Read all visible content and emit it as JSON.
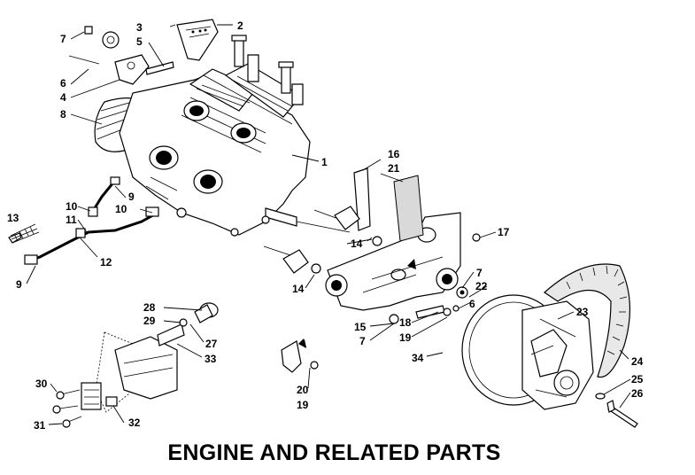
{
  "title": "ENGINE AND RELATED PARTS",
  "callouts": [
    "1",
    "2",
    "3",
    "4",
    "5",
    "6",
    "7",
    "8",
    "9",
    "10",
    "11",
    "12",
    "13",
    "14",
    "15",
    "16",
    "17",
    "18",
    "19",
    "20",
    "21",
    "22",
    "23",
    "24",
    "25",
    "26",
    "27",
    "28",
    "29",
    "30",
    "31",
    "32",
    "33",
    "34"
  ]
}
